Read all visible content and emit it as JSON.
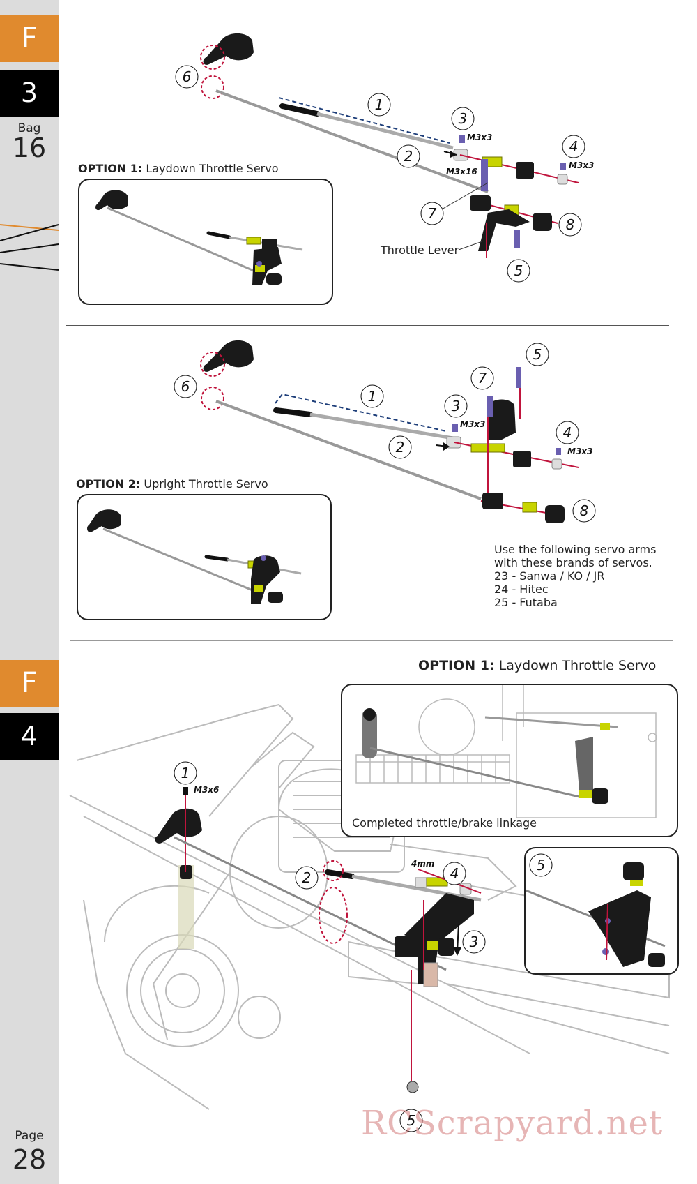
{
  "sidebar": {
    "section1_letter": "F",
    "section1_number": "3",
    "bag_label": "Bag",
    "bag_number": "16",
    "section2_letter": "F",
    "section2_number": "4",
    "page_label": "Page",
    "page_number": "28"
  },
  "step3": {
    "option1": {
      "title_bold": "OPTION 1:",
      "title_rest": " Laydown Throttle Servo"
    },
    "option2": {
      "title_bold": "OPTION 2:",
      "title_rest": " Upright Throttle Servo"
    },
    "part_numbers_top": [
      "1",
      "2",
      "3",
      "4",
      "5",
      "6",
      "7",
      "8"
    ],
    "part_numbers_mid": [
      "1",
      "2",
      "3",
      "4",
      "5",
      "6",
      "7",
      "8"
    ],
    "screw_labels": {
      "m3x3_a": "M3x3",
      "m3x3_b": "M3x3",
      "m3x16": "M3x16",
      "m3x3_c": "M3x3",
      "m3x3_d": "M3x3"
    },
    "throttle_lever_label": "Throttle Lever",
    "servo_note": [
      "Use the following servo arms",
      "with these brands of servos.",
      "23 - Sanwa / KO / JR",
      "24 - Hitec",
      "25 - Futaba"
    ]
  },
  "step4": {
    "option1": {
      "title_bold": "OPTION 1:",
      "title_rest": " Laydown Throttle Servo"
    },
    "inset_caption": "Completed throttle/brake linkage",
    "part_numbers": [
      "1",
      "2",
      "3",
      "4",
      "5"
    ],
    "inset_part_number": "5",
    "screw_label": "M3x6",
    "size_label": "4mm"
  },
  "watermark": "RCScrapyard.net",
  "colors": {
    "accent_orange": "#e08a2e",
    "sidebar_gray": "#dcdcdc",
    "part_red": "#c0143c",
    "dashed_blue": "#1f3f7a",
    "spring_yellow": "#c8d400"
  }
}
